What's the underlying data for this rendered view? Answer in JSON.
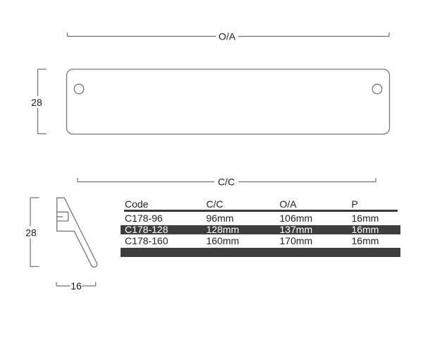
{
  "drawing": {
    "front_view": {
      "overall_width_label": "O/A",
      "height_label": "28",
      "centers_label": "C/C"
    },
    "side_view": {
      "height_label": "28",
      "depth_label": "16"
    },
    "line_color": "#777777",
    "text_color": "#1c1c1c"
  },
  "table": {
    "headers": {
      "code": "Code",
      "cc": "C/C",
      "oa": "O/A",
      "p": "P"
    },
    "rows": [
      {
        "code": "C178-96",
        "cc": "96mm",
        "oa": "106mm",
        "p": "16mm"
      },
      {
        "code": "C178-128",
        "cc": "128mm",
        "oa": "137mm",
        "p": "16mm"
      },
      {
        "code": "C178-160",
        "cc": "160mm",
        "oa": "170mm",
        "p": "16mm"
      }
    ],
    "highlighted_row_index": 1,
    "colors": {
      "highlight_bg": "#3d3d3d",
      "highlight_text": "#ffffff",
      "header_rule": "#3a3a3a"
    }
  }
}
